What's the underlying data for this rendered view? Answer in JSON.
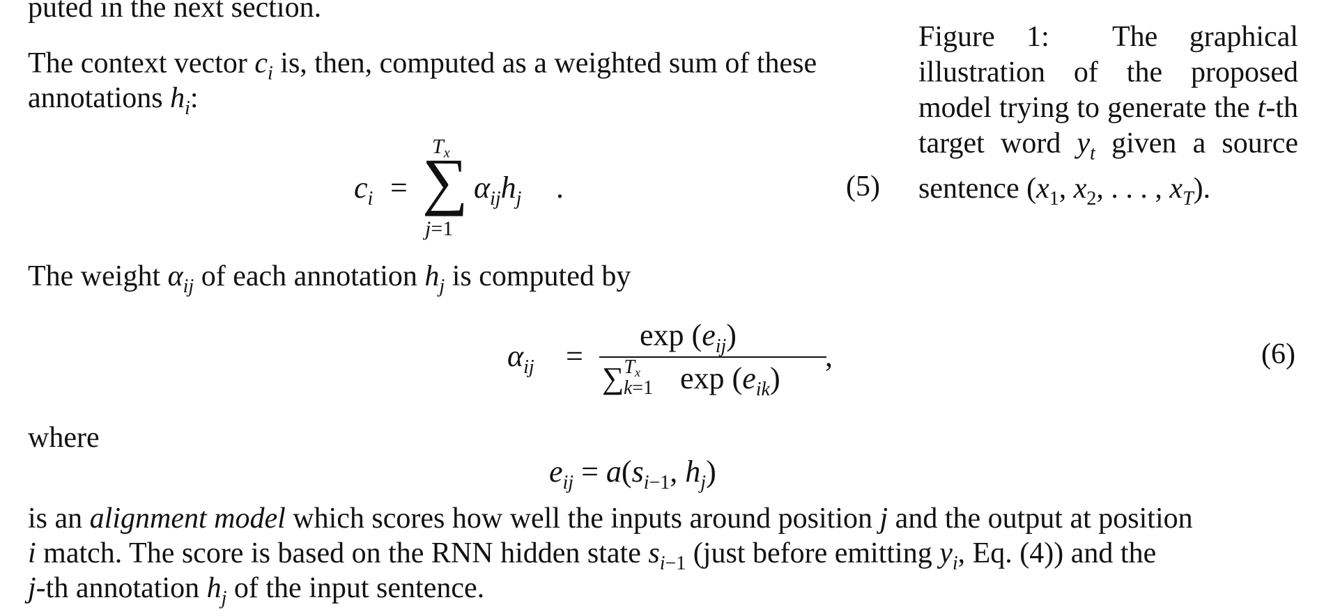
{
  "paragraphs": {
    "top_fragment": "puted in the next section.",
    "p1_line1_a": "The context vector ",
    "p1_line1_b": " is, then, computed as a weighted sum of these",
    "p1_line2_a": "annotations ",
    "p1_line2_b": ":",
    "p2_a": "The weight ",
    "p2_b": " of each annotation ",
    "p2_c": " is computed by",
    "where": "where",
    "p3_line1_a": "is an ",
    "p3_line1_em": "alignment model",
    "p3_line1_b": " which scores how well the inputs around position ",
    "p3_line1_c": " and the output at position",
    "p3_line2_a": " match. The score is based on the RNN hidden state ",
    "p3_line2_b": " (just before emitting ",
    "p3_line2_c": ", Eq. (4)) and the",
    "p3_line3_a": "-th annotation ",
    "p3_line3_b": " of the input sentence."
  },
  "equations": {
    "eq5_number": "(5)",
    "eq6_number": "(6)"
  },
  "caption": {
    "label": "Figure 1:",
    "text_a": "The graphical illustration of the proposed model trying to generate the ",
    "text_b": "-th target word ",
    "text_c": " given a source sentence "
  }
}
